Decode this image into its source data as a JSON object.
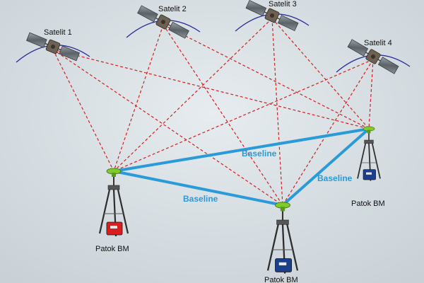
{
  "colors": {
    "background": "#d7dee3",
    "sightline": "#d02020",
    "baseline": "#2a9ad8",
    "antenna": "#7ecb2a",
    "box_red": "#d81e1e",
    "box_blue": "#1c3f8c"
  },
  "satellites": [
    {
      "id": "sat1",
      "label": "Satelit 1",
      "icon": "satellite-icon"
    },
    {
      "id": "sat2",
      "label": "Satelit 2",
      "icon": "satellite-icon"
    },
    {
      "id": "sat3",
      "label": "Satelit 3",
      "icon": "satellite-icon"
    },
    {
      "id": "sat4",
      "label": "Satelit 4",
      "icon": "satellite-icon"
    }
  ],
  "stations": [
    {
      "id": "stationA",
      "label": "Patok BM",
      "box": "red",
      "icon": "gps-receiver-tripod-icon"
    },
    {
      "id": "stationB",
      "label": "Patok BM",
      "box": "blue",
      "icon": "gps-receiver-tripod-icon"
    },
    {
      "id": "stationC",
      "label": "Patok BM",
      "box": "blue",
      "icon": "gps-receiver-tripod-icon"
    }
  ],
  "baselines": [
    {
      "from": "stationA",
      "to": "stationC",
      "label": "Baseline"
    },
    {
      "from": "stationA",
      "to": "stationB",
      "label": "Baseline"
    },
    {
      "from": "stationB",
      "to": "stationC",
      "label": "Baseline"
    }
  ]
}
